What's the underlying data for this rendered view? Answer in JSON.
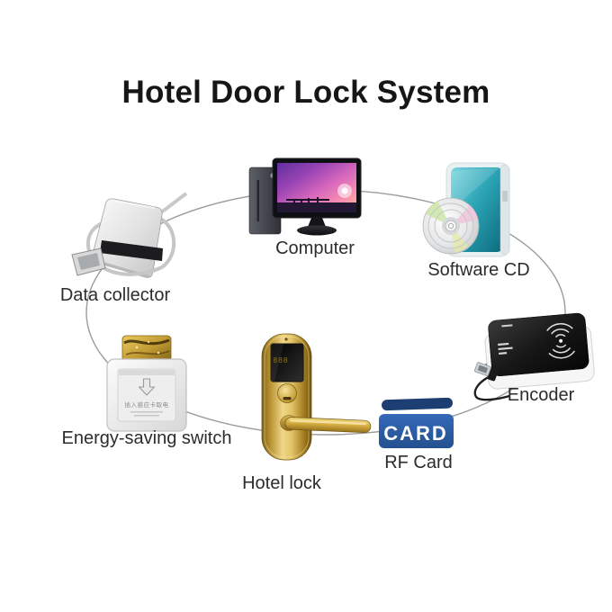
{
  "title": "Hotel Door Lock System",
  "nodes": {
    "computer": {
      "label": "Computer"
    },
    "software_cd": {
      "label": "Software CD"
    },
    "data_collector": {
      "label": "Data collector"
    },
    "encoder": {
      "label": "Encoder"
    },
    "energy_switch": {
      "label": "Energy-saving switch",
      "instruction": "插入感应卡取电"
    },
    "hotel_lock": {
      "label": "Hotel lock",
      "display": "888"
    },
    "rf_card": {
      "label": "RF Card",
      "card_text": "CARD"
    }
  },
  "colors": {
    "ellipse_line": "#9c9c9c",
    "rf_card_blue": "#2c5ba8",
    "rf_card_navy": "#1d3e72",
    "cd_teal": "#2ba4b5",
    "lock_gold": "#d2a93f",
    "label_text": "#2c2c2c",
    "title_text": "#161616"
  }
}
